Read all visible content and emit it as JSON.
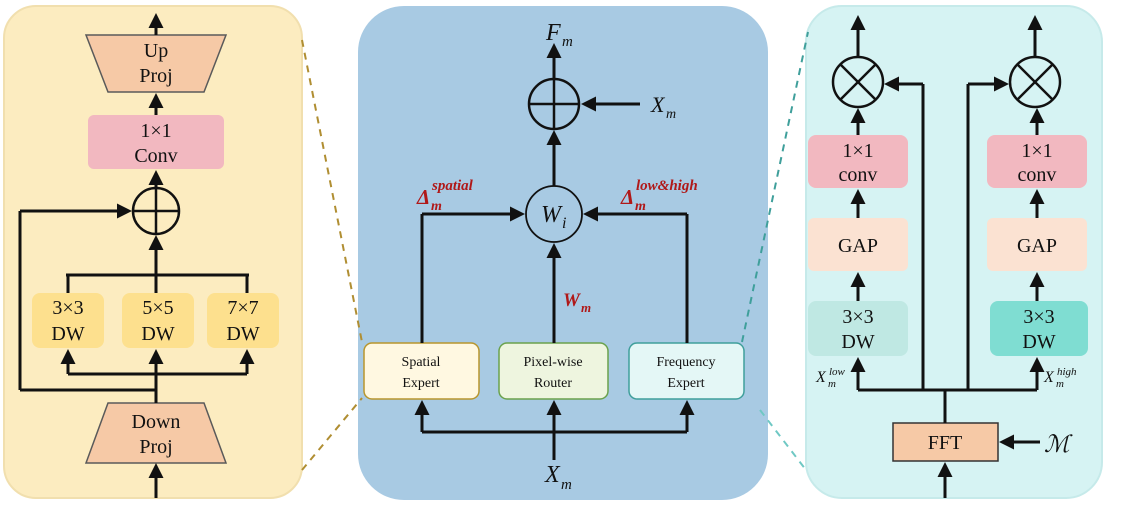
{
  "left_panel": {
    "up_proj": [
      "Up",
      "Proj"
    ],
    "conv": [
      "1×1",
      "Conv"
    ],
    "dw3": [
      "3×3",
      "DW"
    ],
    "dw5": [
      "5×5",
      "DW"
    ],
    "dw7": [
      "7×7",
      "DW"
    ],
    "down_proj": [
      "Down",
      "Proj"
    ]
  },
  "center_panel": {
    "output_label": "F",
    "output_sub": "m",
    "input_side_label": "X",
    "input_side_sub": "m",
    "router_weight_label": "W",
    "router_weight_sub": "i",
    "delta_left_base": "Δ",
    "delta_left_sub": "m",
    "delta_left_sup": "spatial",
    "delta_right_base": "Δ",
    "delta_right_sub": "m",
    "delta_right_sup": "low&high",
    "wm_label": "W",
    "wm_sub": "m",
    "spatial_expert": [
      "Spatial",
      "Expert"
    ],
    "router": [
      "Pixel-wise",
      "Router"
    ],
    "frequency_expert": [
      "Frequency",
      "Expert"
    ],
    "bottom_input_label": "X",
    "bottom_input_sub": "m"
  },
  "right_panel": {
    "conv_left": [
      "1×1",
      "conv"
    ],
    "conv_right": [
      "1×1",
      "conv"
    ],
    "gap_left": "GAP",
    "gap_right": "GAP",
    "dw_left": [
      "3×3",
      "DW"
    ],
    "dw_right": [
      "3×3",
      "DW"
    ],
    "fft": "FFT",
    "mask_label": "ℳ",
    "x_low_base": "X",
    "x_low_sub": "m",
    "x_low_sup": "low",
    "x_high_base": "X",
    "x_high_sub": "m",
    "x_high_sup": "high"
  },
  "colors": {
    "left_bg": "#fcecc0",
    "center_bg": "#a8cae3",
    "right_bg": "#d6f3f3",
    "proj_fill": "#f6c9a6",
    "conv_fill": "#f2b8c0",
    "dw_fill": "#fde08e",
    "gap_fill": "#fbe2d2",
    "dw_right_left": "#bfe8e3",
    "dw_right_right": "#7fddd2",
    "fft_fill": "#f6c9a6",
    "accent_red": "#b01818"
  }
}
